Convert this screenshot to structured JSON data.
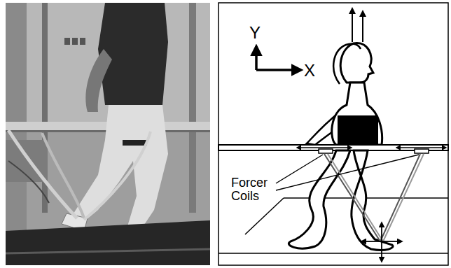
{
  "diagram": {
    "labels": [
      "Y",
      "X",
      "Forcer Coils"
    ]
  }
}
